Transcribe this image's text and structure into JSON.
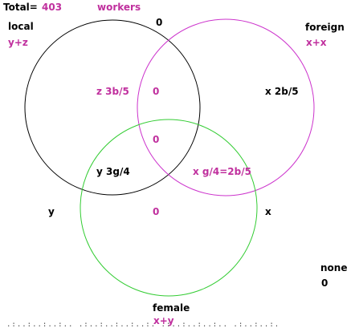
{
  "header": {
    "total_label": "Total=",
    "total_value": "403",
    "unit": "workers"
  },
  "sets": [
    {
      "name": "local",
      "expr": "y+z",
      "color": "#000000"
    },
    {
      "name": "foreign",
      "expr": "x+x",
      "color": "#cc33cc"
    },
    {
      "name": "female",
      "expr": "x+y",
      "color": "#33cc33"
    }
  ],
  "regions": {
    "outside_top": "0",
    "local_only": "z 3b/5",
    "local_foreign": "0",
    "foreign_only": "x 2b/5",
    "all_three": "0",
    "local_female": "y 3g/4",
    "foreign_female": "x g/4=2b/5",
    "female_only": "0"
  },
  "side_labels": {
    "left": "y",
    "right": "x"
  },
  "none_box": {
    "label": "none",
    "value": "0"
  },
  "colors": {
    "accent": "#c0309e",
    "text": "#000000"
  }
}
